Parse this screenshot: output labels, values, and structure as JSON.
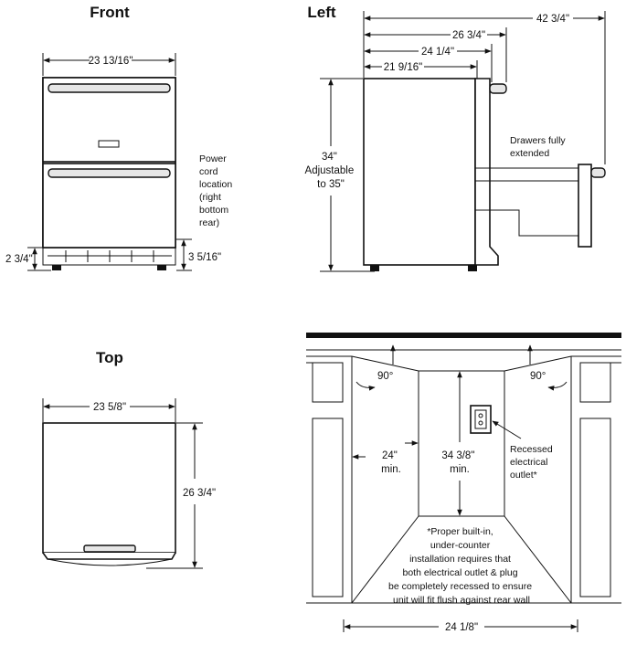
{
  "views": {
    "front": {
      "title": "Front",
      "width_dim": "23 13/16\"",
      "left_height_dim": "2 3/4\"",
      "right_height_dim": "3 5/16\"",
      "power_note": [
        "Power",
        "cord",
        "location",
        "(right",
        "bottom",
        "rear)"
      ]
    },
    "left": {
      "title": "Left",
      "dims": [
        "42 3/4\"",
        "26 3/4\"",
        "24 1/4\"",
        "21 9/16\""
      ],
      "height_dim": [
        "34\"",
        "Adjustable",
        "to 35\""
      ],
      "drawer_note": [
        "Drawers fully",
        "extended"
      ]
    },
    "top": {
      "title": "Top",
      "width_dim": "23 5/8\"",
      "depth_dim": "26 3/4\""
    },
    "cutout": {
      "left_angle": "90°",
      "right_angle": "90°",
      "min_width": [
        "24\"",
        "min."
      ],
      "min_height": [
        "34 3/8\"",
        "min."
      ],
      "outlet_note": [
        "Recessed",
        "electrical",
        "outlet*"
      ],
      "footnote": [
        "*Proper built-in,",
        "under-counter",
        "installation requires that",
        "both electrical outlet & plug",
        "be completely recessed to ensure",
        "unit will fit flush against rear wall"
      ],
      "bottom_width": "24 1/8\""
    }
  }
}
